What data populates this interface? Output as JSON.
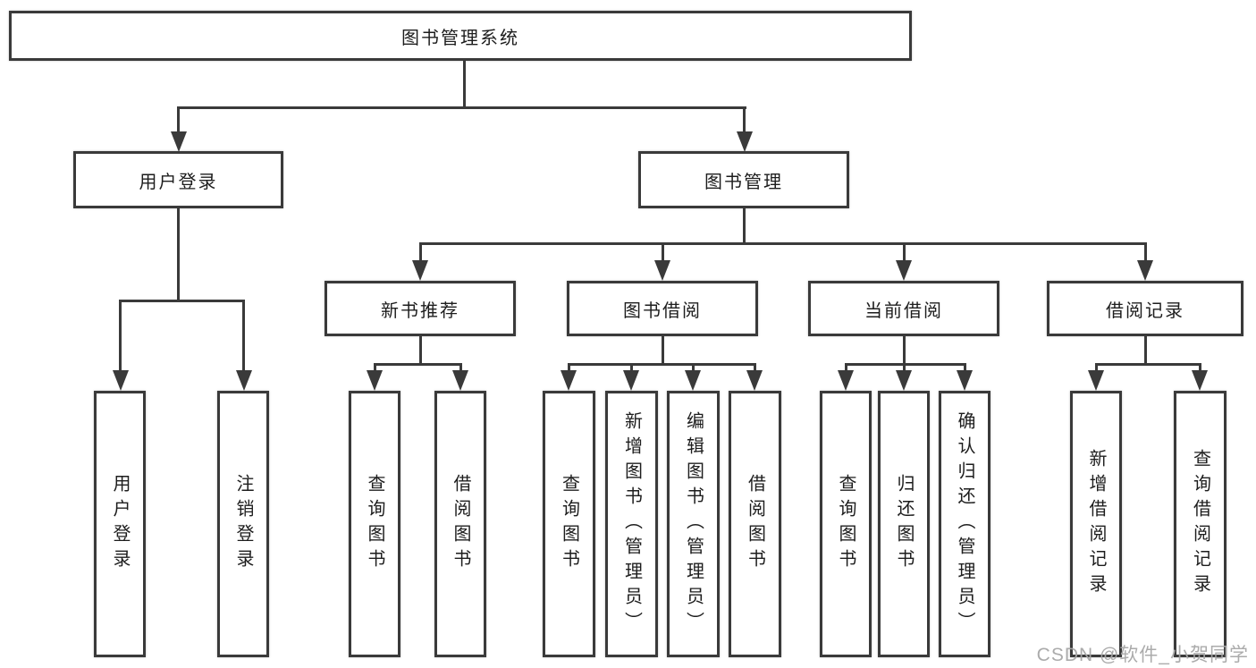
{
  "tree": {
    "root": "图书管理系统",
    "branches": [
      {
        "label": "用户登录",
        "children": [
          "用户登录",
          "注销登录"
        ]
      },
      {
        "label": "图书管理",
        "children": [
          {
            "label": "新书推荐",
            "children": [
              "查询图书",
              "借阅图书"
            ]
          },
          {
            "label": "图书借阅",
            "children": [
              "查询图书",
              "新增图书（管理员）",
              "编辑图书（管理员）",
              "借阅图书"
            ]
          },
          {
            "label": "当前借阅",
            "children": [
              "查询图书",
              "归还图书",
              "确认归还（管理员）"
            ]
          },
          {
            "label": "借阅记录",
            "children": [
              "新增借阅记录",
              "查询借阅记录"
            ]
          }
        ]
      }
    ]
  },
  "watermark": "CSDN @软件_小贺同学",
  "colors": {
    "line": "#3a3a3a",
    "text": "#1d1d1d",
    "background": "#ffffff",
    "watermark": "#a7a7a7"
  }
}
